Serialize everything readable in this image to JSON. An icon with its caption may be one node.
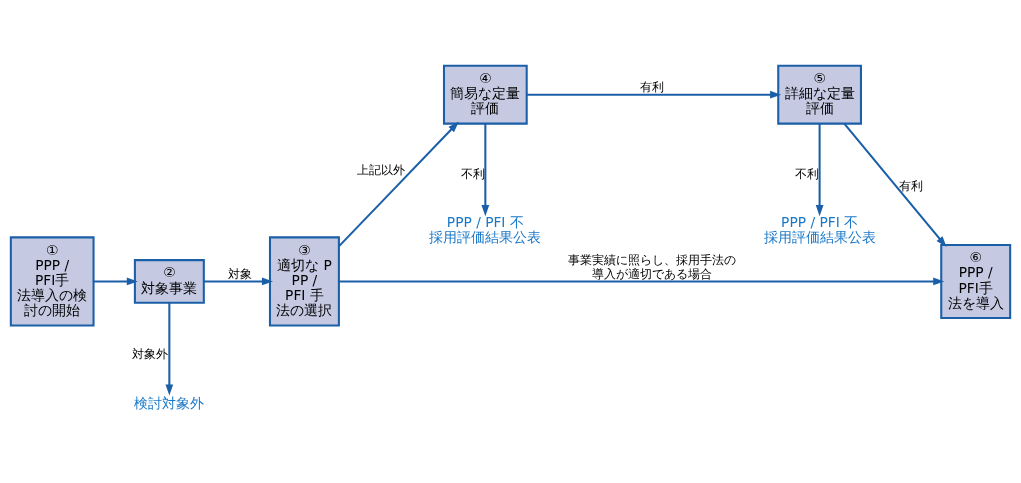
{
  "diagram": {
    "nodes": [
      {
        "text": [
          "①",
          "PPP / PFI手法導入の検討の開始"
        ]
      },
      {
        "text": [
          "②",
          "対象事業"
        ]
      },
      {
        "text": [
          "③",
          "適切な PPP / PFI 手法の選択"
        ]
      },
      {
        "text": [
          "④",
          "簡易な定量評価"
        ]
      },
      {
        "text": [
          "⑤",
          "詳細な定量評価"
        ]
      },
      {
        "text": [
          "⑥",
          "PPP / PFI手法を導入"
        ]
      },
      {
        "text": [
          "検討対象外"
        ]
      },
      {
        "text": [
          "PPP / PFI 不採用評価結果公表"
        ]
      },
      {
        "text": [
          "PPP / PFI 不採用評価結果公表"
        ]
      }
    ],
    "edges": [
      {
        "from": 0,
        "to": 1,
        "arrow": "to"
      },
      {
        "from": 1,
        "to": 2,
        "arrow": "to",
        "label": "対象"
      },
      {
        "from": 2,
        "to": 5,
        "arrow": "to",
        "label": "事業実績に照らし、採用手法の導入が適切である場合"
      },
      {
        "from": 2,
        "to": 3,
        "arrow": "to",
        "label": "上記以外"
      },
      {
        "from": 3,
        "to": 4,
        "arrow": "to",
        "label": "有利"
      },
      {
        "from": 4,
        "to": 5,
        "arrow": "to",
        "label": "有利"
      },
      {
        "from": 1,
        "to": 6,
        "arrow": "to",
        "label": "対象外"
      },
      {
        "from": 3,
        "to": 7,
        "arrow": "to",
        "label": "不利"
      },
      {
        "from": 4,
        "to": 8,
        "arrow": "to",
        "label": "不利"
      }
    ]
  }
}
